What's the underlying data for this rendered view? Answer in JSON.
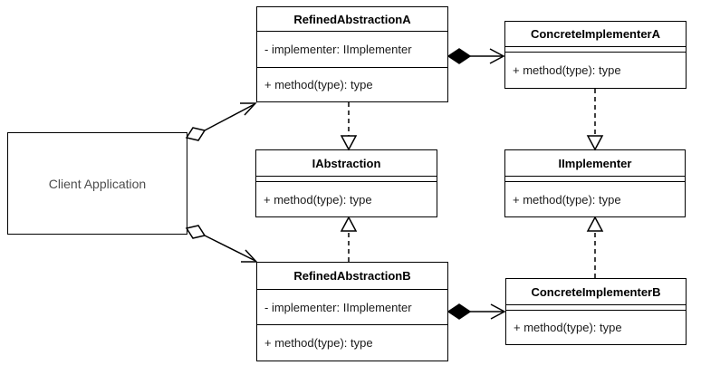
{
  "diagram": {
    "kind": "uml-class-diagram",
    "background": "#ffffff"
  },
  "colors": {
    "line": "#000000",
    "box_border": "#000000",
    "box_fill": "#ffffff",
    "title_text": "#000000",
    "member_text": "#1a1a1a",
    "client_text": "#4d4d4d"
  },
  "classes": [
    {
      "name": "Client Application",
      "attributes": [],
      "methods": []
    },
    {
      "name": "RefinedAbstractionA",
      "attributes": [
        "- implementer: IImplementer"
      ],
      "methods": [
        "+ method(type): type"
      ]
    },
    {
      "name": "ConcreteImplementerA",
      "attributes": [],
      "methods": [
        "+ method(type): type"
      ]
    },
    {
      "name": "IAbstraction",
      "attributes": [],
      "methods": [
        "+ method(type): type"
      ]
    },
    {
      "name": "IImplementer",
      "attributes": [],
      "methods": [
        "+ method(type): type"
      ]
    },
    {
      "name": "RefinedAbstractionB",
      "attributes": [
        "- implementer: IImplementer"
      ],
      "methods": [
        "+ method(type): type"
      ]
    },
    {
      "name": "ConcreteImplementerB",
      "attributes": [],
      "methods": [
        "+ method(type): type"
      ]
    }
  ],
  "relationships": [
    {
      "type": "aggregation",
      "from": "Client Application",
      "to": "RefinedAbstractionA"
    },
    {
      "type": "aggregation",
      "from": "Client Application",
      "to": "RefinedAbstractionB"
    },
    {
      "type": "composition",
      "from": "RefinedAbstractionA",
      "to": "ConcreteImplementerA"
    },
    {
      "type": "composition",
      "from": "RefinedAbstractionB",
      "to": "ConcreteImplementerB"
    },
    {
      "type": "realization",
      "from": "RefinedAbstractionA",
      "to": "IAbstraction"
    },
    {
      "type": "realization",
      "from": "RefinedAbstractionB",
      "to": "IAbstraction"
    },
    {
      "type": "realization",
      "from": "ConcreteImplementerA",
      "to": "IImplementer"
    },
    {
      "type": "realization",
      "from": "ConcreteImplementerB",
      "to": "IImplementer"
    }
  ]
}
